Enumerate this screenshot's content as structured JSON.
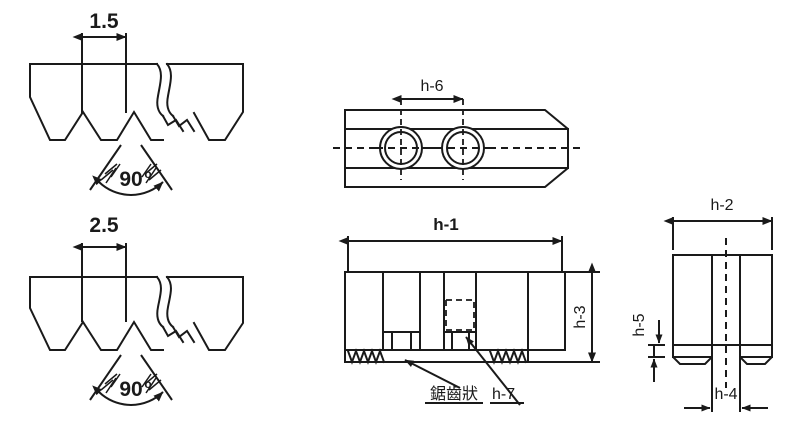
{
  "drawing": {
    "title": "Chuck jaw technical drawing",
    "background_color": "#ffffff",
    "line_color": "#1a1a1a",
    "views": [
      {
        "id": "tooth-profile-1-5",
        "name": "Tooth profile 1.5 pitch",
        "pitch_label": "1.5",
        "angle_label": "90",
        "angle_superscript": "o"
      },
      {
        "id": "tooth-profile-2-5",
        "name": "Tooth profile 2.5 pitch",
        "pitch_label": "2.5",
        "angle_label": "90",
        "angle_superscript": "o"
      },
      {
        "id": "top-view",
        "name": "Top view with two counterbored holes",
        "hole_spacing_label": "h-6"
      },
      {
        "id": "front-view",
        "name": "Front view",
        "length_label": "h-1",
        "height_label": "h-3",
        "serration_label": "鋸齒狀",
        "slot_label": "h-7"
      },
      {
        "id": "side-view",
        "name": "Side view",
        "width_label": "h-2",
        "foot_width_label": "h-4",
        "foot_height_label": "h-5"
      }
    ],
    "labels": {
      "pitch_fine": "1.5",
      "pitch_coarse": "2.5",
      "angle_fine": "90",
      "angle_coarse": "90",
      "degree_symbol": "o",
      "hole_spacing": "h-6",
      "overall_length": "h-1",
      "overall_height": "h-3",
      "overall_width": "h-2",
      "foot_width": "h-4",
      "foot_height": "h-5",
      "serration_cjk": "鋸齒狀",
      "slot_callout": "h-7"
    }
  }
}
